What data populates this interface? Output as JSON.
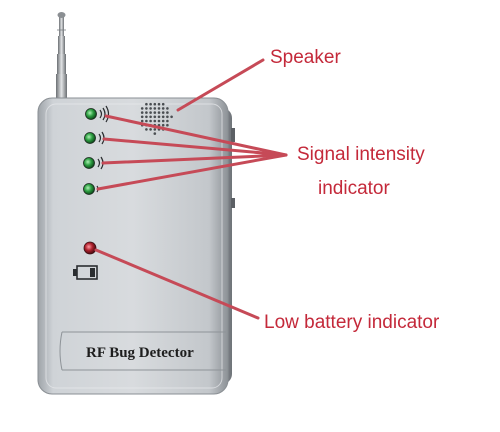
{
  "device": {
    "brand_label": "RF Bug Detector"
  },
  "labels": {
    "speaker": "Speaker",
    "signal_line1": "Signal intensity",
    "signal_line2": "indicator",
    "battery": "Low battery indicator"
  },
  "colors": {
    "label_text": "#c4293a",
    "leader_line": "#c64a57",
    "led_green": "#2ea043",
    "led_red": "#b0222e",
    "device_body": "#c9cdd1"
  },
  "icons": {
    "speaker_grille": "speaker-grille-icon",
    "signal_wave": "signal-wave-icon",
    "battery": "battery-icon"
  }
}
